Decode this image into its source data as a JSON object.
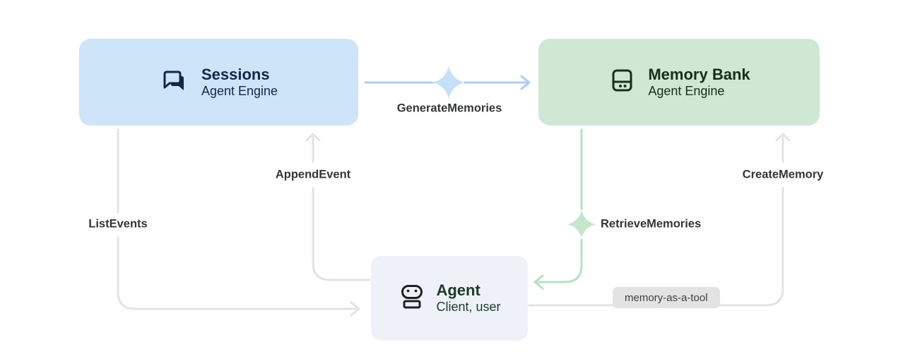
{
  "diagram": {
    "background_color": "#ffffff",
    "nodes": {
      "sessions": {
        "title": "Sessions",
        "subtitle": "Agent Engine",
        "icon": "chat-icon",
        "fill": "#cde4f9",
        "text_color": "#0e2a47"
      },
      "memory_bank": {
        "title": "Memory Bank",
        "subtitle": "Agent Engine",
        "icon": "memory-bank-icon",
        "fill": "#cee8d4",
        "text_color": "#15301b"
      },
      "agent": {
        "title": "Agent",
        "subtitle": "Client, user",
        "icon": "robot-icon",
        "fill": "#eef2f8",
        "text_color": "#1e3a26"
      }
    },
    "edges": {
      "generate_memories": {
        "label": "GenerateMemories",
        "from": "sessions",
        "to": "memory_bank",
        "color": "#aecdf6",
        "decoration": "sparkle-icon"
      },
      "append_event": {
        "label": "AppendEvent",
        "from": "agent",
        "to": "sessions",
        "color": "#e2e3e5"
      },
      "list_events": {
        "label": "ListEvents",
        "from": "sessions",
        "to": "agent",
        "color": "#e2e3e5"
      },
      "retrieve_memories": {
        "label": "RetrieveMemories",
        "from": "memory_bank",
        "to": "agent",
        "color": "#b7e1c1",
        "decoration": "sparkle-icon"
      },
      "create_memory": {
        "label": "CreateMemory",
        "from": "agent",
        "to": "memory_bank",
        "color": "#e2e3e5"
      },
      "memory_as_a_tool": {
        "label": "memory-as-a-tool",
        "badge_fill": "#e3e3e4",
        "badge_text_color": "#3c4043"
      }
    },
    "sparkle_colors": {
      "blue": "#c6e0fa",
      "green": "#c3e6cc"
    }
  }
}
